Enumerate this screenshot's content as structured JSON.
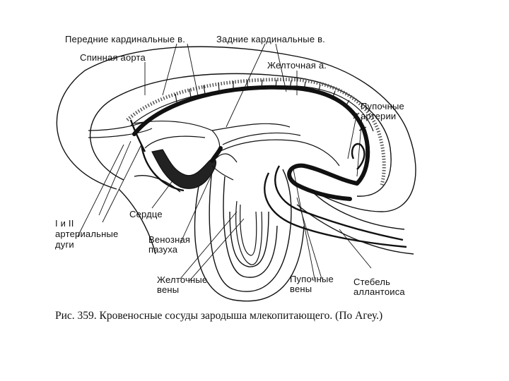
{
  "labels": {
    "anterior_cardinal": "Передние кардинальные в.",
    "posterior_cardinal": "Задние кардинальные в.",
    "dorsal_aorta": "Спинная аорта",
    "vitelline_artery": "Желточная   а.",
    "umbilical_arteries_1": "Пупочные",
    "umbilical_arteries_2": "артерии",
    "heart": "Сердце",
    "arches_1": "I и II",
    "arches_2": "артериальные",
    "arches_3": "дуги",
    "sinus_1": "Венозная",
    "sinus_2": "пазуха",
    "vitelline_veins_1": "Желточные",
    "vitelline_veins_2": "вены",
    "umbilical_veins_1": "Пупочные",
    "umbilical_veins_2": "вены",
    "allantois_stalk_1": "Стебель",
    "allantois_stalk_2": "аллантоиса"
  },
  "caption": "Рис. 359. Кровеносные сосуды зародыша млекопитающего. (По Агеу.)",
  "colors": {
    "ink": "#111111",
    "background": "#ffffff"
  }
}
